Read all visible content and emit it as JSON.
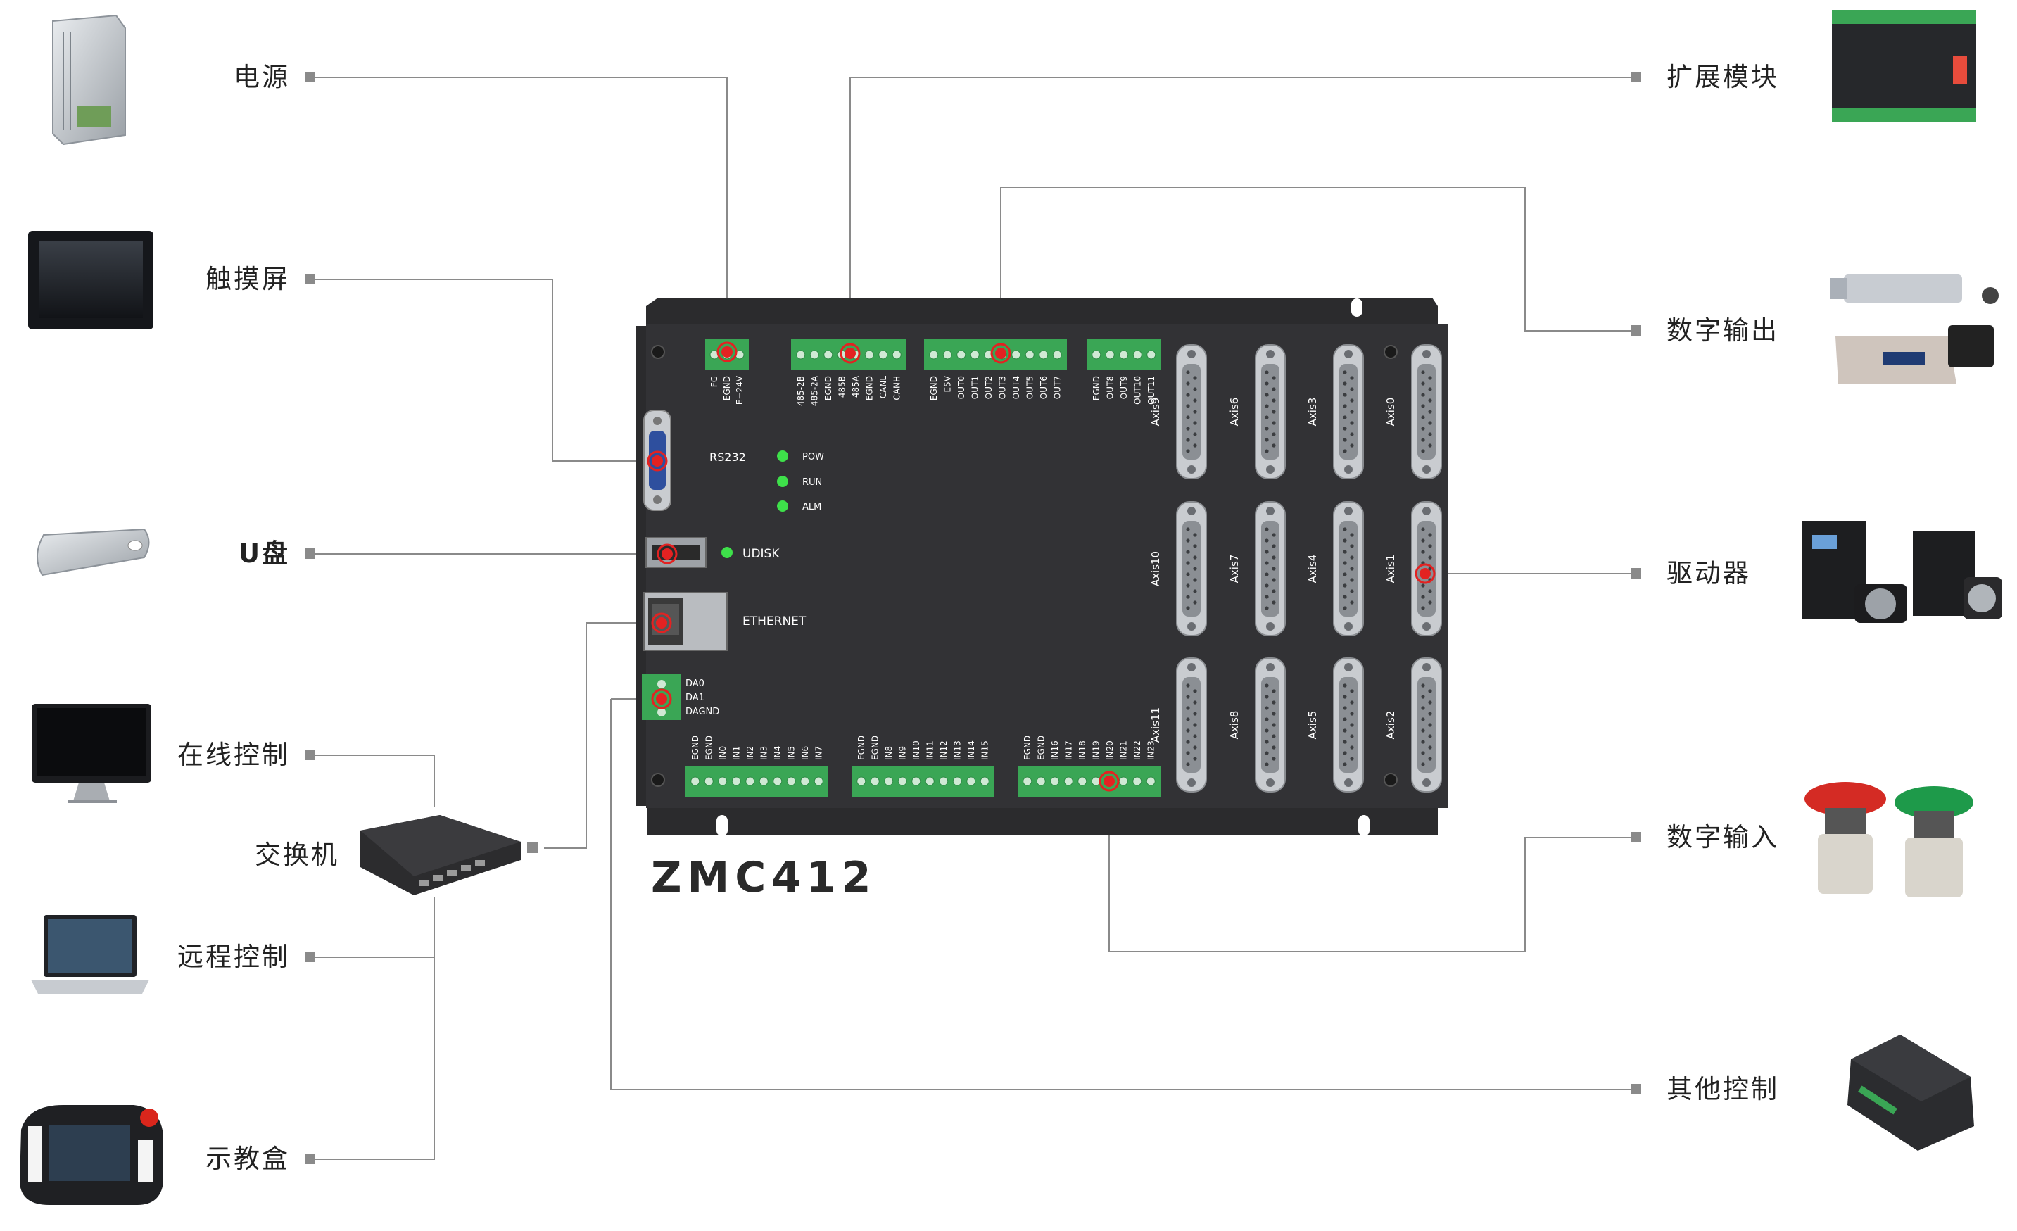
{
  "product": {
    "model": "ZMC412"
  },
  "left_labels": {
    "power": "电源",
    "touchscreen": "触摸屏",
    "udisk": "U盘",
    "online_control": "在线控制",
    "switch": "交换机",
    "remote_control": "远程控制",
    "teach_pendant": "示教盒"
  },
  "right_labels": {
    "expansion_module": "扩展模块",
    "digital_output": "数字输出",
    "driver": "驱动器",
    "digital_input": "数字输入",
    "other_control": "其他控制"
  },
  "board": {
    "power_pins": [
      "FG",
      "EGND",
      "E+24V"
    ],
    "comm_pins": [
      "485-2B",
      "485-2A",
      "EGND",
      "485B",
      "485A",
      "EGND",
      "CANL",
      "CANH"
    ],
    "out_pins_a": [
      "EGND",
      "E5V",
      "OUT0",
      "OUT1",
      "OUT2",
      "OUT3",
      "OUT4",
      "OUT5",
      "OUT6",
      "OUT7"
    ],
    "out_pins_b": [
      "EGND",
      "OUT8",
      "OUT9",
      "OUT10",
      "OUT11"
    ],
    "in_pins_a": [
      "EGND",
      "EGND",
      "IN0",
      "IN1",
      "IN2",
      "IN3",
      "IN4",
      "IN5",
      "IN6",
      "IN7"
    ],
    "in_pins_b": [
      "EGND",
      "EGND",
      "IN8",
      "IN9",
      "IN10",
      "IN11",
      "IN12",
      "IN13",
      "IN14",
      "IN15"
    ],
    "in_pins_c": [
      "EGND",
      "EGND",
      "IN16",
      "IN17",
      "IN18",
      "IN19",
      "IN20",
      "IN21",
      "IN22",
      "IN23"
    ],
    "da_pins": [
      "DA0",
      "DA1",
      "DAGND"
    ],
    "rs232": "RS232",
    "leds": [
      "POW",
      "RUN",
      "ALM"
    ],
    "udisk": "UDISK",
    "ethernet": "ETHERNET",
    "axes_rows": [
      [
        "Axis9",
        "Axis6",
        "Axis3",
        "Axis0"
      ],
      [
        "Axis10",
        "Axis7",
        "Axis4",
        "Axis1"
      ],
      [
        "Axis11",
        "Axis8",
        "Axis5",
        "Axis2"
      ]
    ]
  },
  "colors": {
    "board": "#2b2b2d",
    "terminal": "#3aa655",
    "marker": "#e32222",
    "line": "#8a8a8a",
    "led": "#3ee04a"
  }
}
